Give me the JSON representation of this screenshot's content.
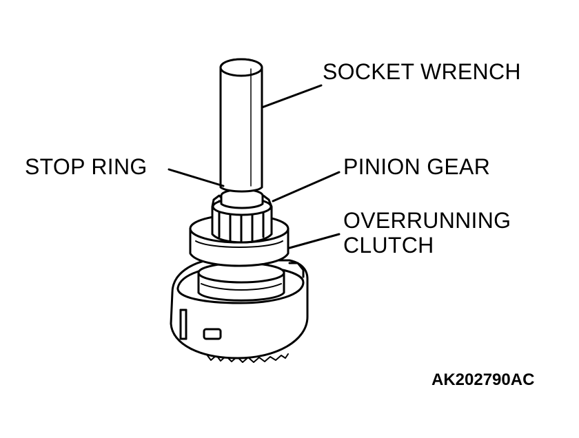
{
  "labels": {
    "socket_wrench": "SOCKET WRENCH",
    "stop_ring": "STOP RING",
    "pinion_gear": "PINION GEAR",
    "overrunning_line1": "OVERRUNNING",
    "overrunning_line2": "CLUTCH"
  },
  "figure_code": "AK202790AC"
}
